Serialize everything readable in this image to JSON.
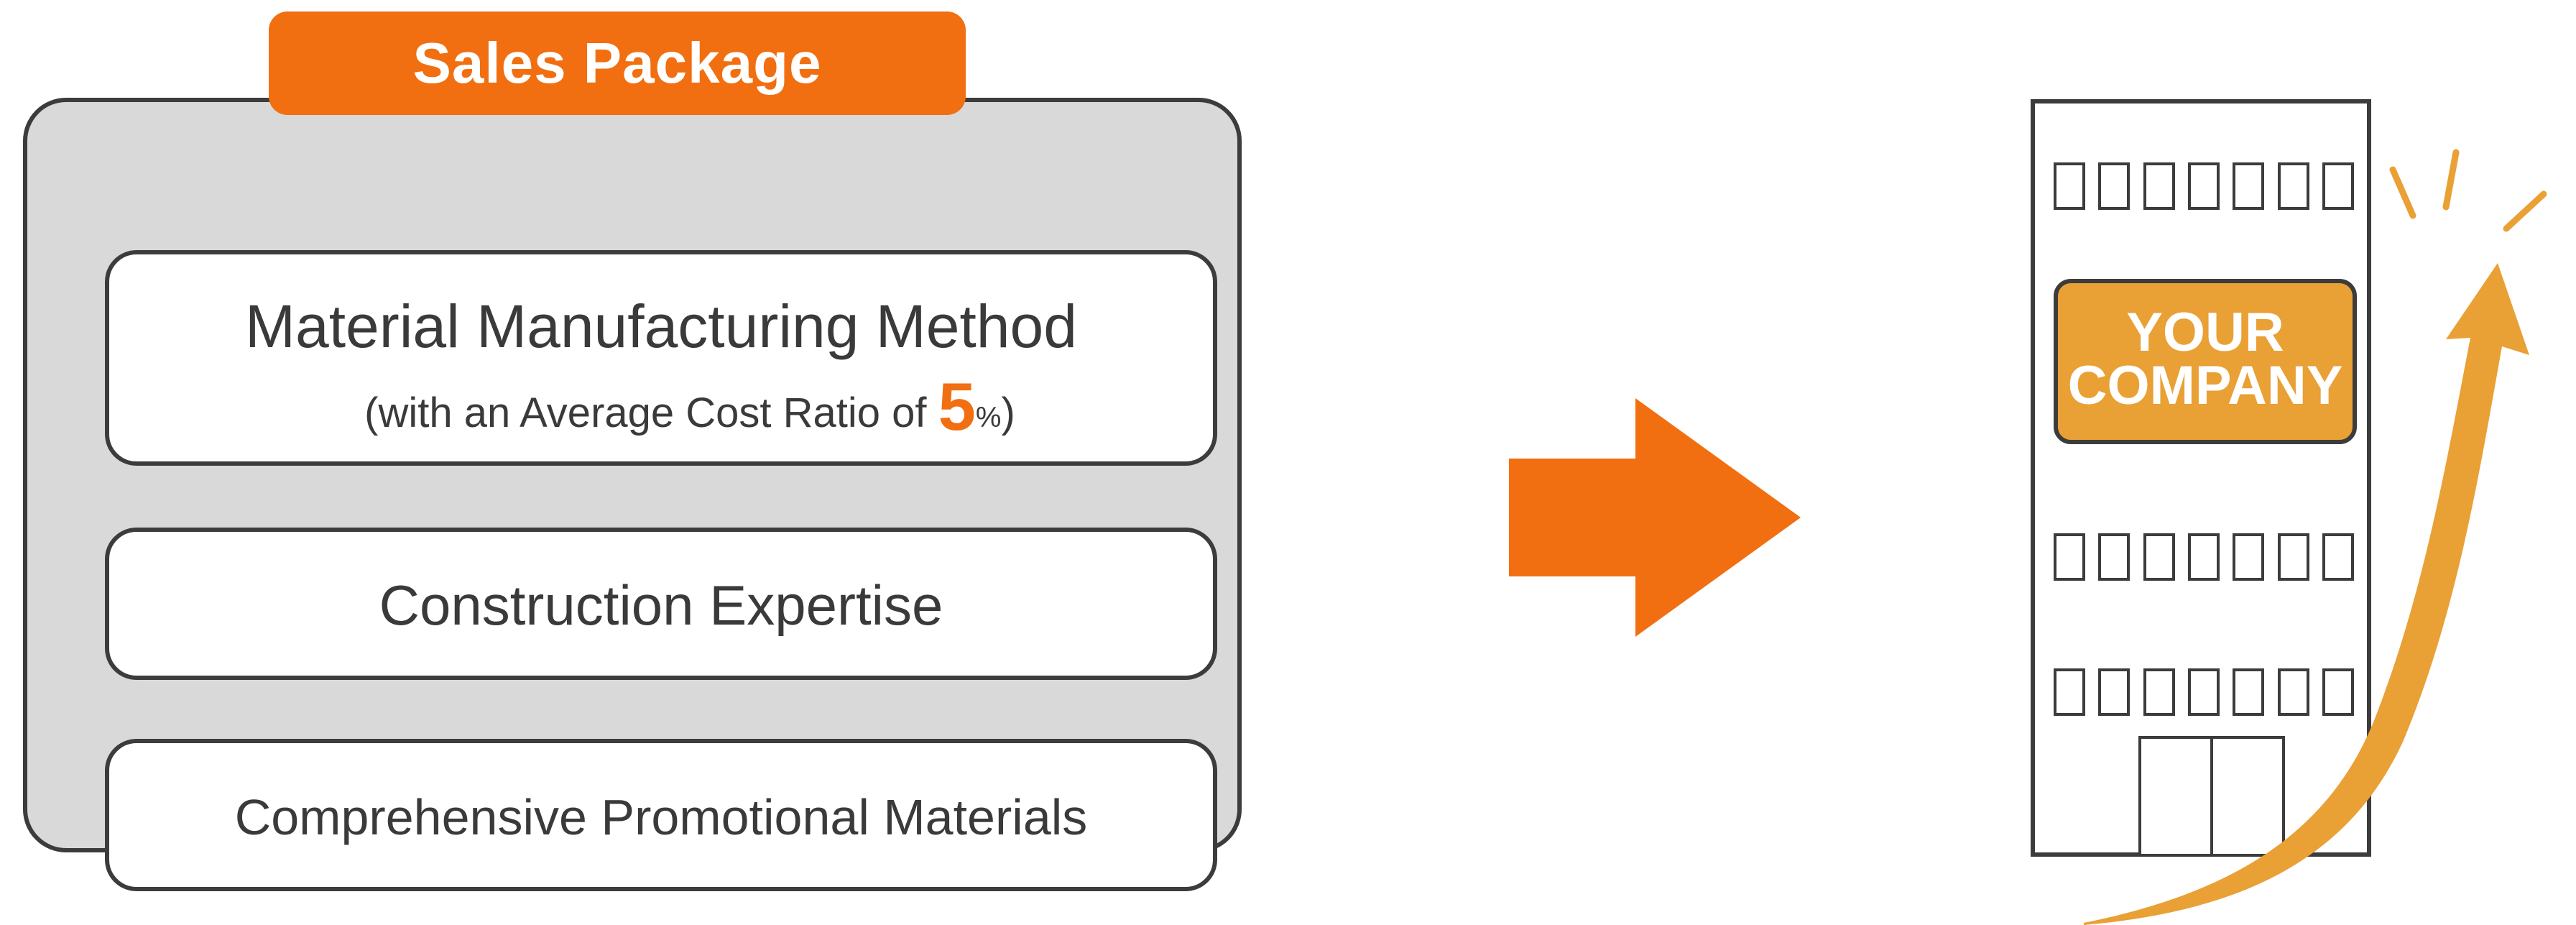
{
  "package": {
    "title": "Sales Package",
    "items": [
      {
        "label": "Material Manufacturing Method",
        "sub_prefix": "(with an Average Cost Ratio of ",
        "sub_value": "5",
        "sub_unit": "%",
        "sub_suffix": ")"
      },
      {
        "label": "Construction Expertise"
      },
      {
        "label": "Comprehensive Promotional Materials"
      }
    ]
  },
  "building": {
    "sign_line1": "YOUR",
    "sign_line2": "COMPANY"
  },
  "colors": {
    "accent_orange": "#f16f11",
    "growth_orange": "#e9a035",
    "outline": "#3c3c3c",
    "panel_gray": "#d9d9d9"
  },
  "icons": {
    "flow_arrow": "right-arrow-icon",
    "growth_arrow": "upward-curved-arrow-icon",
    "sparkle": "sparkle-lines-icon"
  }
}
